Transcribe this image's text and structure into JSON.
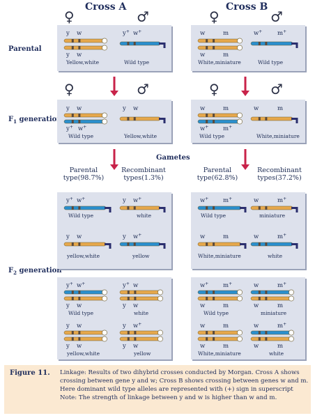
{
  "headers": {
    "cross_a": "Cross A",
    "cross_b": "Cross B"
  },
  "symbols": {
    "female": "♀",
    "male": "♂"
  },
  "rows": {
    "parental": "Parental",
    "f1": "F",
    "f1_sub": "1",
    "f1_rest": " generation",
    "f2": "F",
    "f2_sub": "2",
    "f2_rest": " generation"
  },
  "gametes": "Gametes",
  "col_heads": {
    "a_parental_1": "Parental",
    "a_parental_2": "type(98.7%)",
    "a_recomb_1": "Recombinant",
    "a_recomb_2": "types(1.3%)",
    "b_parental_1": "Parental",
    "b_parental_2": "type(62.8%)",
    "b_recomb_1": "Recombinant",
    "b_recomb_2": "types(37.2%)"
  },
  "labels": {
    "yellow_white": "Yellow,white",
    "wild_type_cap": "Wild type",
    "white_miniature_cap": "White,miniature",
    "wild_type": "Wild type",
    "white": "white",
    "yellow_white_lc": "yellow,white",
    "yellow": "yellow",
    "miniature": "miniature"
  },
  "alleles": {
    "y": "y",
    "w": "w",
    "m": "m",
    "plus": "+"
  },
  "caption": {
    "number": "Figure 11.",
    "line1": "Linkage: Results of two dihybrid crosses conducted by Morgan. Cross A shows",
    "line2": "crossing between gene y and w; Cross B shows crossing between genes w and m.",
    "line3": "Here dominant wild type alleles are represented with (+) sign in superscript",
    "line4": "Note: The strength of linkage between y and w is higher than w and m."
  },
  "colors": {
    "orange": "#e6a84c",
    "blue": "#2a8fce",
    "dark_blue": "#2b2f6e",
    "arrow": "#c8234a",
    "panel": "#dde1ec"
  }
}
